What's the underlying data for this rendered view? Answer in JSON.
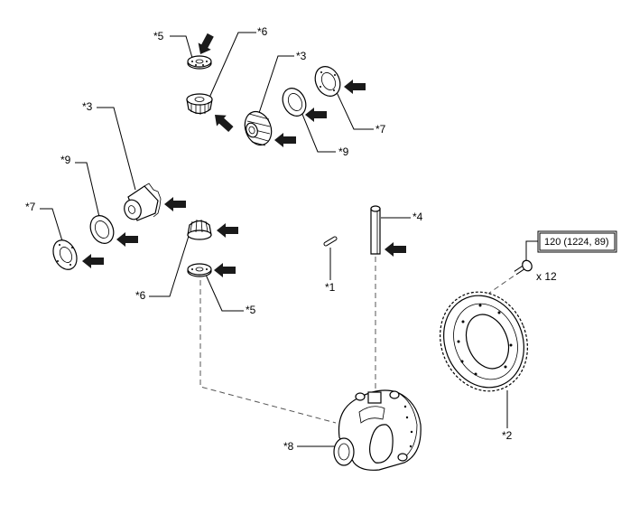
{
  "labels": {
    "p5_top": "*5",
    "p6_top": "*6",
    "p3_right": "*3",
    "p7_right": "*7",
    "p9_right": "*9",
    "p3_left": "*3",
    "p9_left": "*9",
    "p7_left": "*7",
    "p6_bottom": "*6",
    "p5_bottom": "*5",
    "p4": "*4",
    "p1": "*1",
    "p8": "*8",
    "p2": "*2"
  },
  "torque_spec": "120 (1224, 89)",
  "bolt_quantity": "x 12"
}
